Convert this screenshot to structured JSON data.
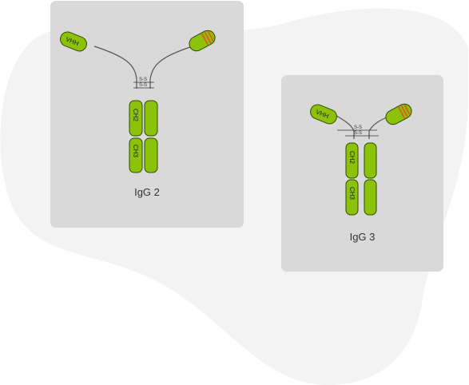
{
  "colors": {
    "domain_fill": "#8cc20a",
    "domain_stroke": "#2f4a00",
    "cdr_stripe": "#e8501e",
    "card_bg": "#d9d9d9",
    "blob_bg": "#f3f3f3",
    "hinge_line": "#555555"
  },
  "diagrams": [
    {
      "title": "IgG 2",
      "vhh_label": "VHH",
      "ch2_label": "CH2",
      "ch3_label": "CH3",
      "disulfide_label": "S-S"
    },
    {
      "title": "IgG 3",
      "vhh_label": "VHH",
      "ch2_label": "CH2",
      "ch3_label": "CH3",
      "disulfide_label": "S-S"
    }
  ]
}
